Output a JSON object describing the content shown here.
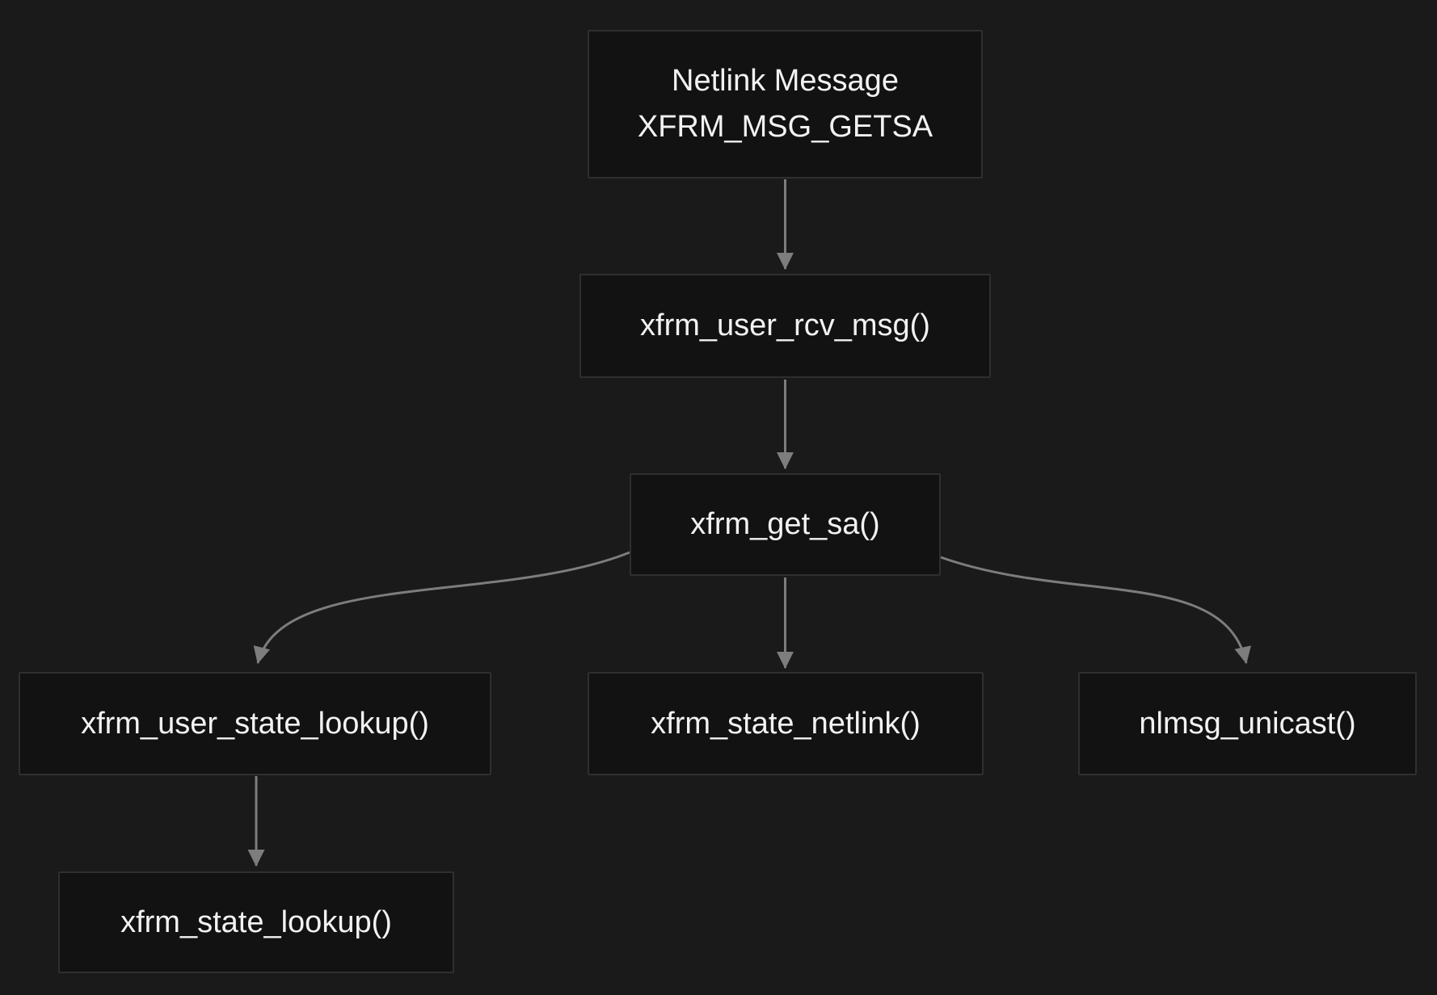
{
  "diagram": {
    "type": "flowchart",
    "direction": "top-down",
    "colors": {
      "background": "#1a1a1b",
      "node_fill": "#121212",
      "node_border": "#2f2f2f",
      "edge": "#7d7d7d",
      "text": "#f2f2f2"
    },
    "nodes": [
      {
        "id": "netlink_message",
        "lines": [
          "Netlink Message",
          "XFRM_MSG_GETSA"
        ]
      },
      {
        "id": "xfrm_user_rcv_msg",
        "label": "xfrm_user_rcv_msg()"
      },
      {
        "id": "xfrm_get_sa",
        "label": "xfrm_get_sa()"
      },
      {
        "id": "xfrm_user_state_lookup",
        "label": "xfrm_user_state_lookup()"
      },
      {
        "id": "xfrm_state_netlink",
        "label": "xfrm_state_netlink()"
      },
      {
        "id": "nlmsg_unicast",
        "label": "nlmsg_unicast()"
      },
      {
        "id": "xfrm_state_lookup",
        "label": "xfrm_state_lookup()"
      }
    ],
    "edges": [
      {
        "from": "netlink_message",
        "to": "xfrm_user_rcv_msg"
      },
      {
        "from": "xfrm_user_rcv_msg",
        "to": "xfrm_get_sa"
      },
      {
        "from": "xfrm_get_sa",
        "to": "xfrm_user_state_lookup"
      },
      {
        "from": "xfrm_get_sa",
        "to": "xfrm_state_netlink"
      },
      {
        "from": "xfrm_get_sa",
        "to": "nlmsg_unicast"
      },
      {
        "from": "xfrm_user_state_lookup",
        "to": "xfrm_state_lookup"
      }
    ]
  }
}
